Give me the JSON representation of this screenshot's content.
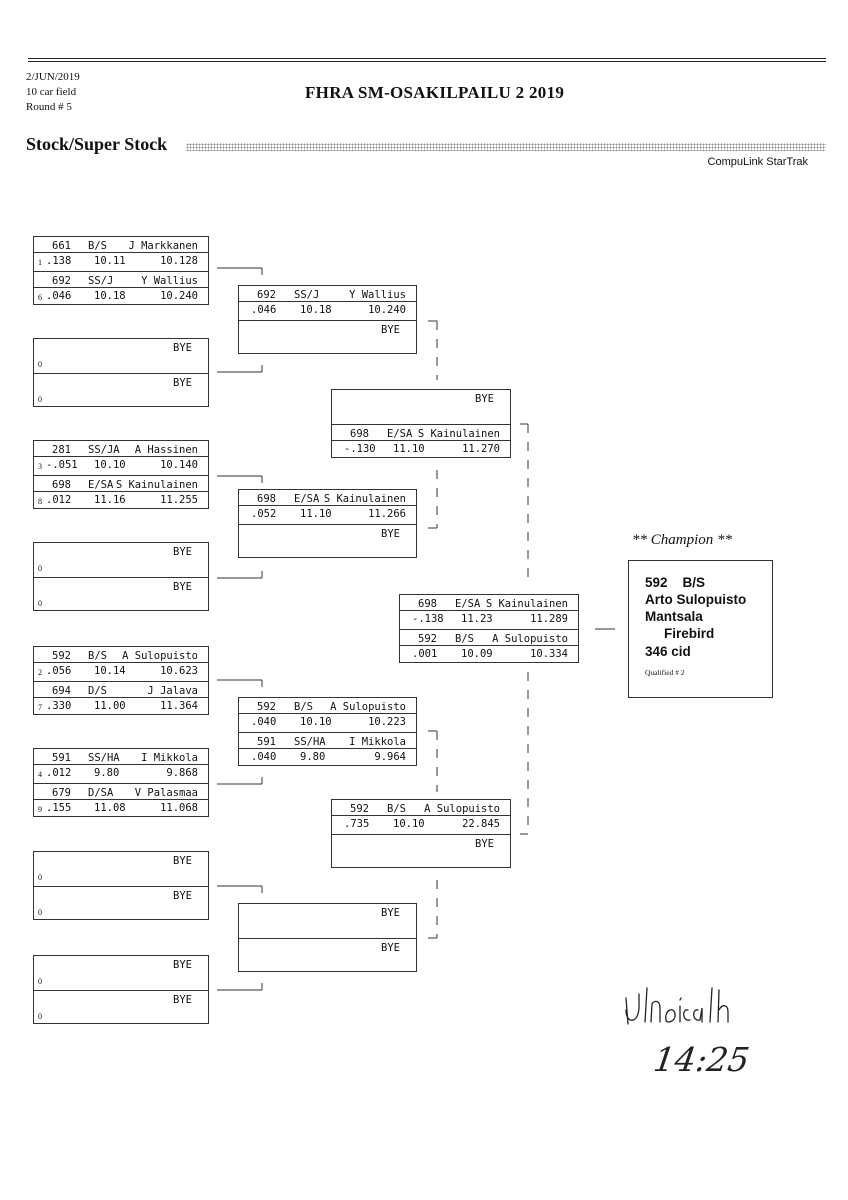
{
  "header": {
    "date": "2/JUN/2019",
    "field": "10 car field",
    "round": "Round # 5",
    "event_title": "FHRA SM-OSAKILPAILU 2 2019",
    "class_name": "Stock/Super Stock",
    "software": "CompuLink StarTrak"
  },
  "bye_label": "BYE",
  "round1": [
    {
      "top": {
        "lane": "1",
        "car": "661",
        "cls": "B/S",
        "driver": "J Markkanen",
        "rt": ".138",
        "dial": "10.11",
        "et": "10.128"
      },
      "bottom": {
        "lane": "6",
        "car": "692",
        "cls": "SS/J",
        "driver": "Y Wallius",
        "rt": ".046",
        "dial": "10.18",
        "et": "10.240"
      }
    },
    {
      "top": {
        "lane": "0",
        "bye": "BYE"
      },
      "bottom": {
        "lane": "0",
        "bye": "BYE"
      }
    },
    {
      "top": {
        "lane": "3",
        "car": "281",
        "cls": "SS/JA",
        "driver": "A Hassinen",
        "rt": "-.051",
        "dial": "10.10",
        "et": "10.140"
      },
      "bottom": {
        "lane": "8",
        "car": "698",
        "cls": "E/SA",
        "driver": "S Kainulainen",
        "rt": ".012",
        "dial": "11.16",
        "et": "11.255"
      }
    },
    {
      "top": {
        "lane": "0",
        "bye": "BYE"
      },
      "bottom": {
        "lane": "0",
        "bye": "BYE"
      }
    },
    {
      "top": {
        "lane": "2",
        "car": "592",
        "cls": "B/S",
        "driver": "A Sulopuisto",
        "rt": ".056",
        "dial": "10.14",
        "et": "10.623"
      },
      "bottom": {
        "lane": "7",
        "car": "694",
        "cls": "D/S",
        "driver": "J Jalava",
        "rt": ".330",
        "dial": "11.00",
        "et": "11.364"
      }
    },
    {
      "top": {
        "lane": "4",
        "car": "591",
        "cls": "SS/HA",
        "driver": "I Mikkola",
        "rt": ".012",
        "dial": "9.80",
        "et": "9.868"
      },
      "bottom": {
        "lane": "9",
        "car": "679",
        "cls": "D/SA",
        "driver": "V Palasmaa",
        "rt": ".155",
        "dial": "11.08",
        "et": "11.068"
      }
    },
    {
      "top": {
        "lane": "0",
        "bye": "BYE"
      },
      "bottom": {
        "lane": "0",
        "bye": "BYE"
      }
    },
    {
      "top": {
        "lane": "0",
        "bye": "BYE"
      },
      "bottom": {
        "lane": "0",
        "bye": "BYE"
      }
    }
  ],
  "round2": [
    {
      "top": {
        "car": "692",
        "cls": "SS/J",
        "driver": "Y Wallius",
        "rt": ".046",
        "dial": "10.18",
        "et": "10.240"
      },
      "bottom": {
        "bye": "BYE"
      }
    },
    {
      "top": {
        "car": "698",
        "cls": "E/SA",
        "driver": "S Kainulainen",
        "rt": ".052",
        "dial": "11.10",
        "et": "11.266"
      },
      "bottom": {
        "bye": "BYE"
      }
    },
    {
      "top": {
        "car": "592",
        "cls": "B/S",
        "driver": "A Sulopuisto",
        "rt": ".040",
        "dial": "10.10",
        "et": "10.223"
      },
      "bottom": {
        "car": "591",
        "cls": "SS/HA",
        "driver": "I Mikkola",
        "rt": ".040",
        "dial": "9.80",
        "et": "9.964"
      }
    },
    {
      "top": {
        "bye": "BYE"
      },
      "bottom": {
        "bye": "BYE"
      }
    }
  ],
  "round3": [
    {
      "top": {
        "bye": "BYE"
      },
      "bottom": {
        "car": "698",
        "cls": "E/SA",
        "driver": "S Kainulainen",
        "rt": "-.130",
        "dial": "11.10",
        "et": "11.270"
      }
    },
    {
      "top": {
        "car": "592",
        "cls": "B/S",
        "driver": "A Sulopuisto",
        "rt": ".735",
        "dial": "10.10",
        "et": "22.845"
      },
      "bottom": {
        "bye": "BYE"
      }
    }
  ],
  "final": {
    "top": {
      "car": "698",
      "cls": "E/SA",
      "driver": "S Kainulainen",
      "rt": "-.138",
      "dial": "11.23",
      "et": "11.289"
    },
    "bottom": {
      "car": "592",
      "cls": "B/S",
      "driver": "A Sulopuisto",
      "rt": ".001",
      "dial": "10.09",
      "et": "10.334"
    }
  },
  "champion": {
    "title": "** Champion **",
    "car_class": "592    B/S",
    "name": "Arto Sulopuisto",
    "city": "Mantsala",
    "car": "Firebird",
    "engine": "346 cid",
    "qualified": "Qualified # 2"
  },
  "handwriting": {
    "signature": "Ulonicalh",
    "time": "14:25"
  }
}
